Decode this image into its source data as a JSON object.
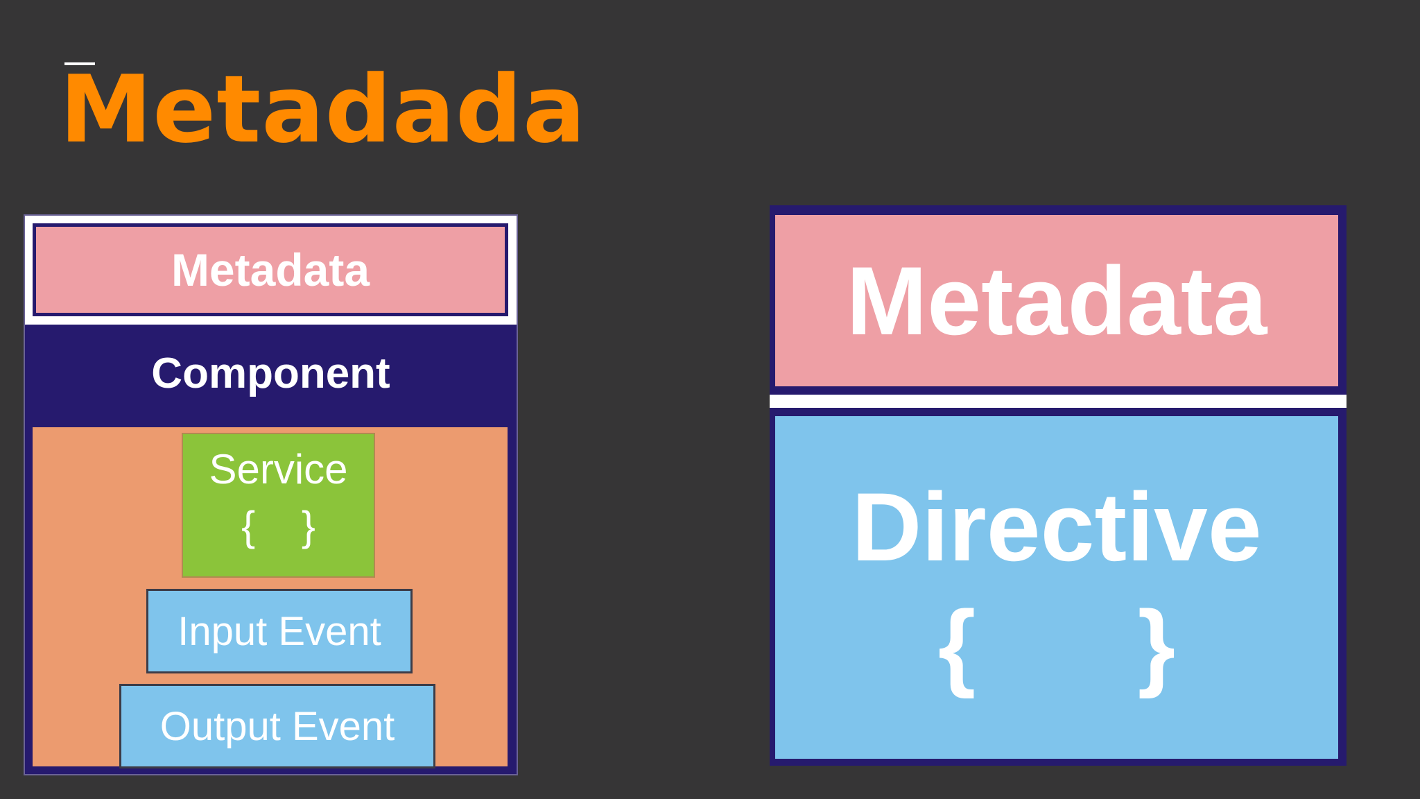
{
  "slide": {
    "title": "Metadada"
  },
  "component_diagram": {
    "metadata_label": "Metadata",
    "component_label": "Component",
    "service_label": "Service",
    "service_braces": "{    }",
    "input_event_label": "Input Event",
    "output_event_label": "Output Event"
  },
  "directive_diagram": {
    "metadata_label": "Metadata",
    "directive_label": "Directive",
    "directive_braces": "{      }"
  },
  "colors": {
    "background": "#363536",
    "title": "#ff8a00",
    "metadata": "#ee9fa5",
    "component": "#261a6e",
    "component_body": "#ec9b6f",
    "service": "#8bc43a",
    "event": "#7fc4ec",
    "directive": "#7fc4ec"
  }
}
